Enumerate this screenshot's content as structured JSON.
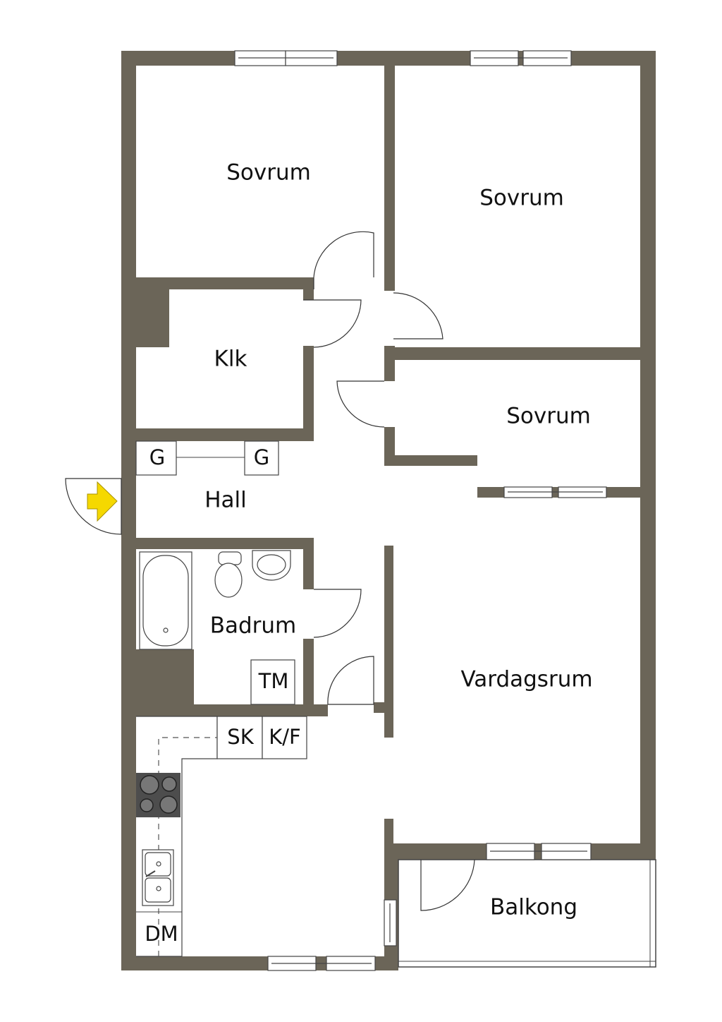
{
  "plan": {
    "rooms": {
      "bedroom_1": "Sovrum",
      "bedroom_2": "Sovrum",
      "bedroom_3": "Sovrum",
      "walk_in_closet": "Klk",
      "hall": "Hall",
      "bathroom": "Badrum",
      "living_room": "Vardagsrum",
      "balcony": "Balkong"
    },
    "fixtures": {
      "wardrobe_1": "G",
      "wardrobe_2": "G",
      "dryer": "TM",
      "cabinet": "SK",
      "fridge_freezer": "K/F",
      "dishwasher": "DM"
    },
    "colors": {
      "wall": "#6b6558",
      "entrance_arrow": "#f5d800"
    }
  }
}
